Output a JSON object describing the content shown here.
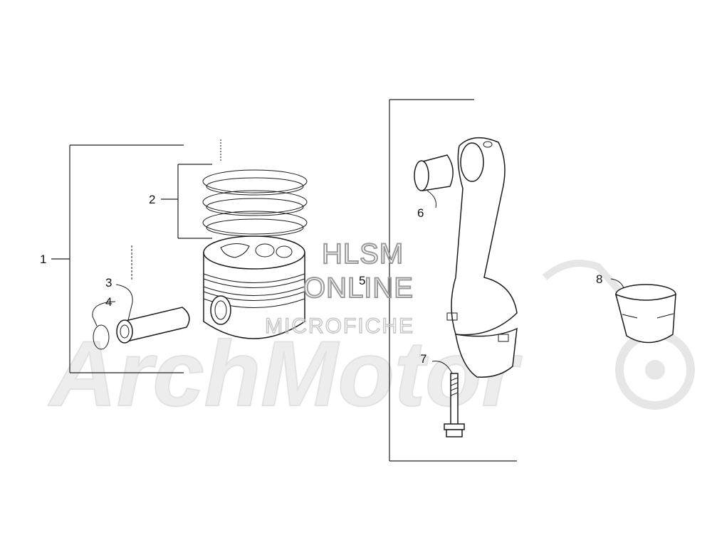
{
  "callouts": [
    "1",
    "2",
    "3",
    "4",
    "5",
    "6",
    "7",
    "8"
  ],
  "watermark": {
    "line1": "HLSM",
    "line2": "ONLINE",
    "line3": "MICROFICHE",
    "brand": "ArchMotor"
  },
  "colors": {
    "line": "#222222",
    "watermark_dark": "#9a9a9a",
    "watermark_light": "#e2e2e2"
  }
}
